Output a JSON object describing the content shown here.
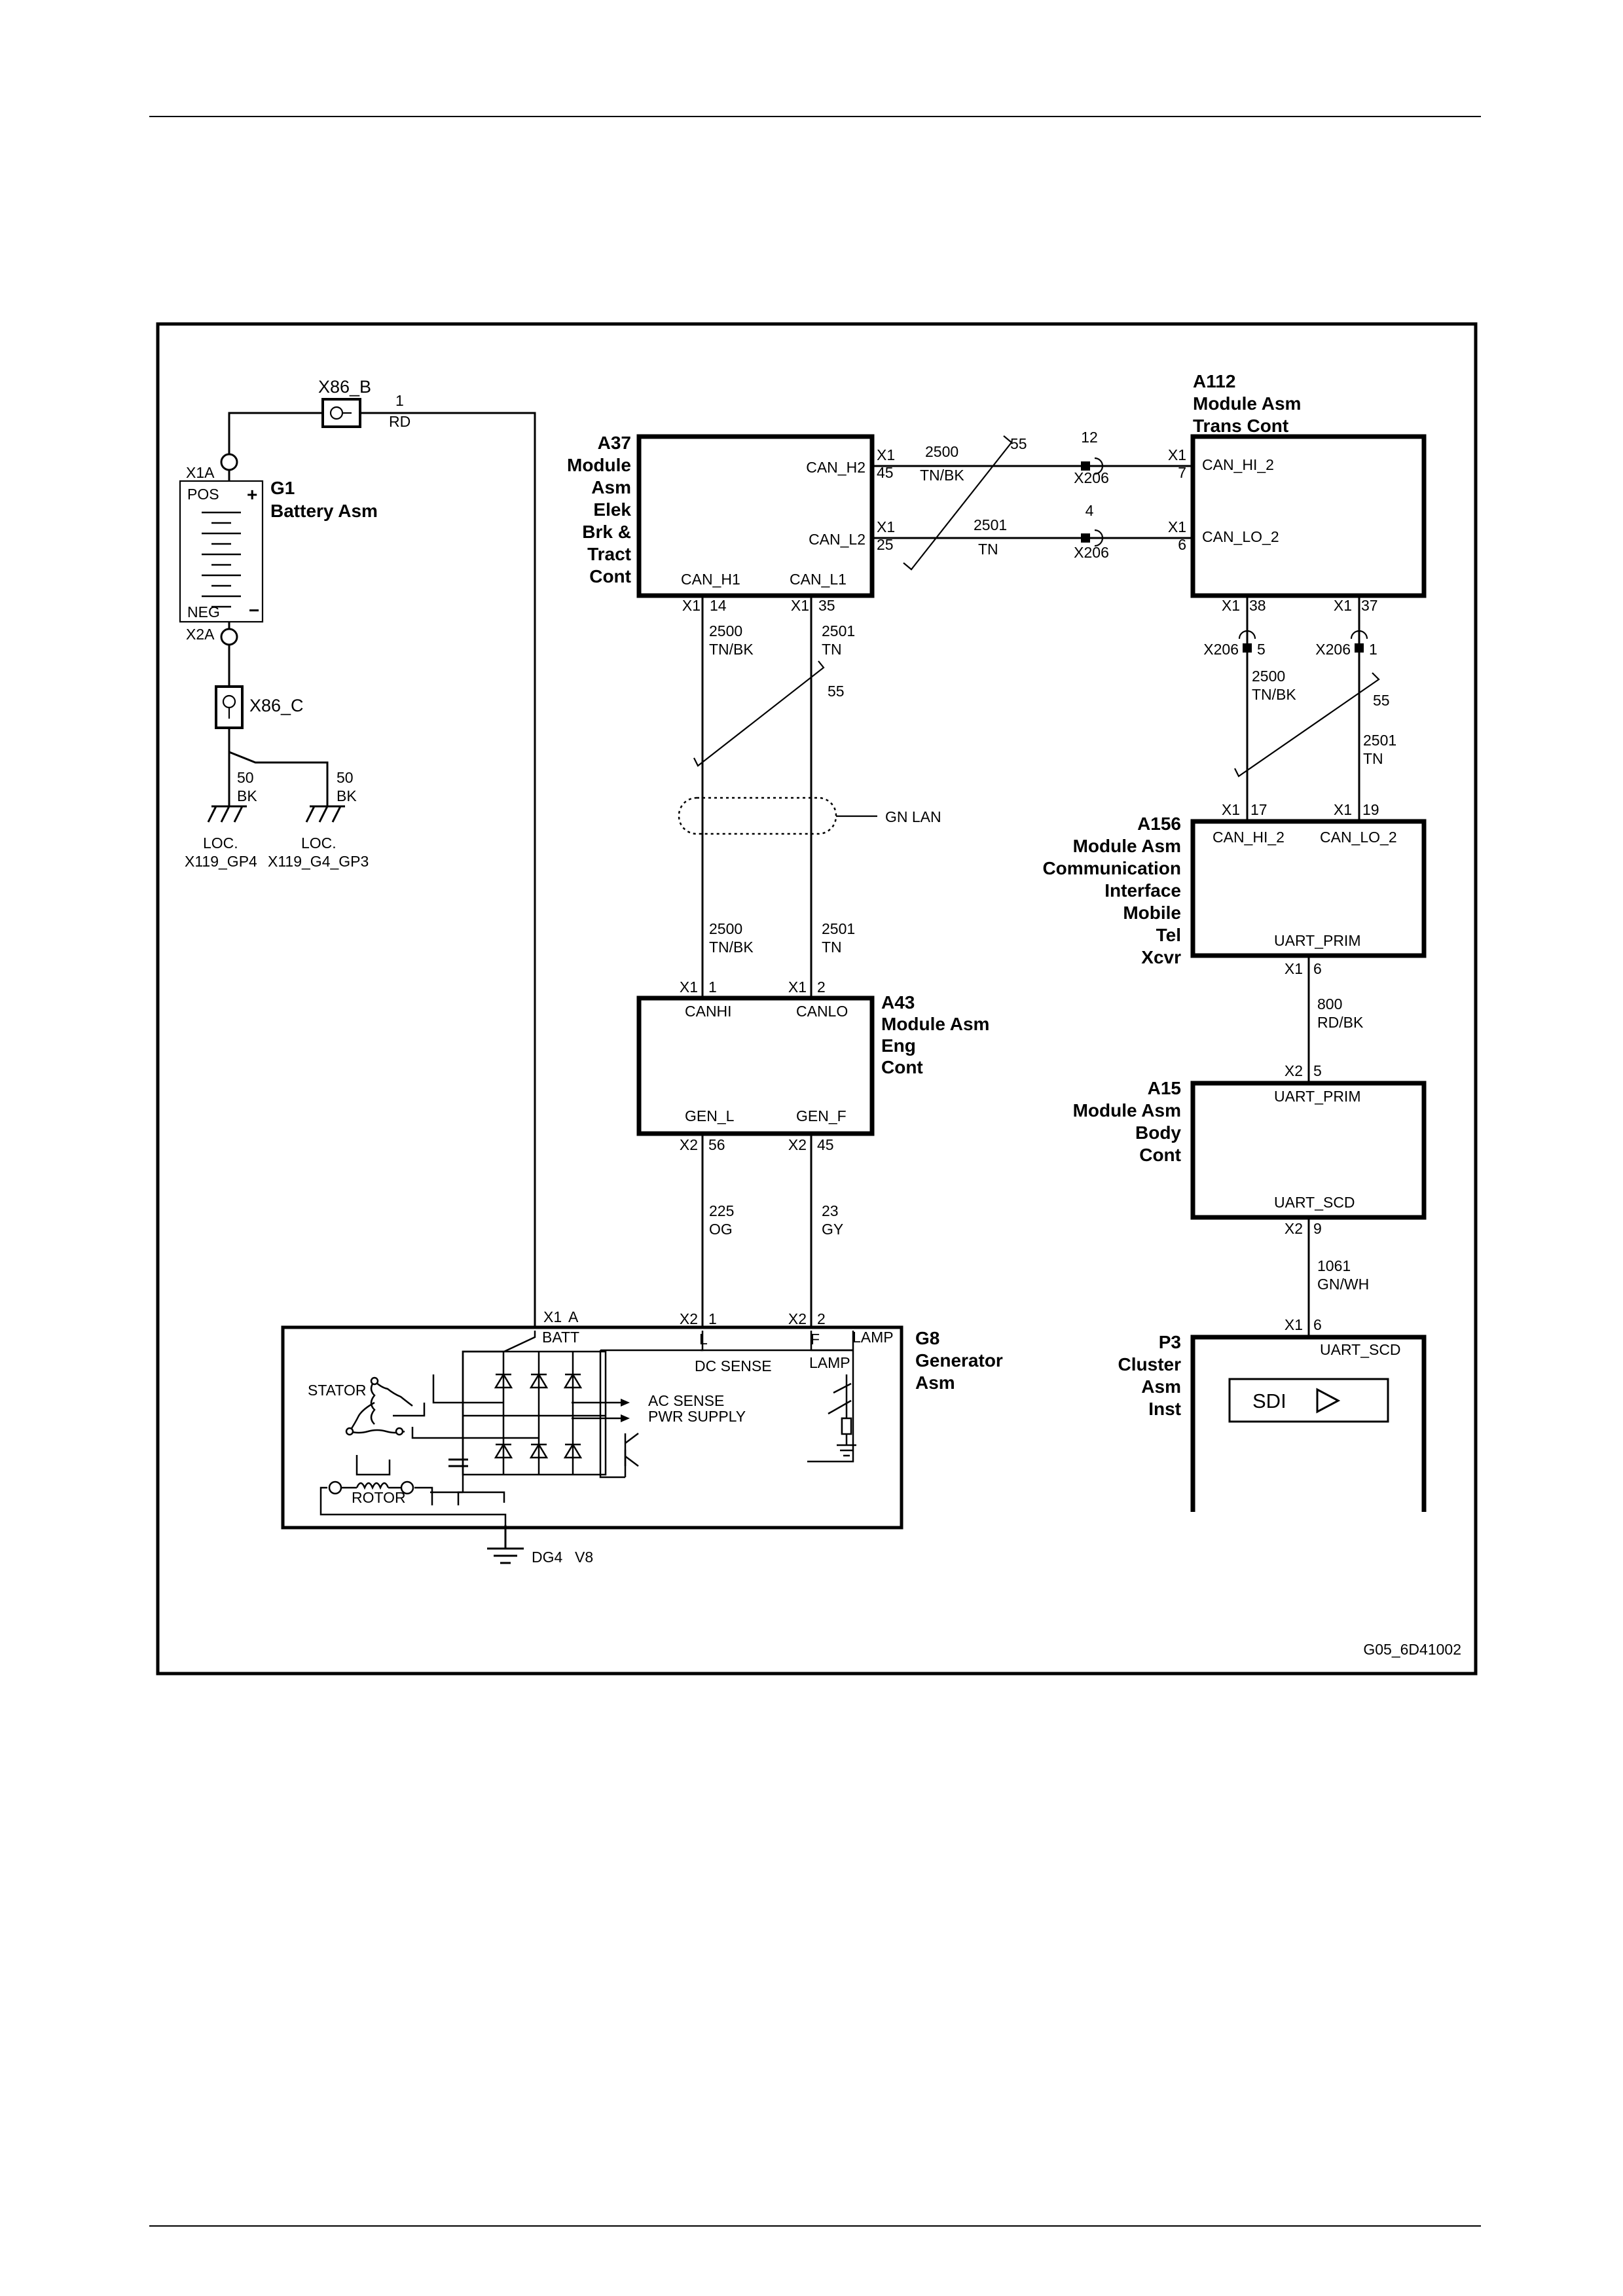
{
  "diagram_id": "G05_6D41002",
  "battery": {
    "ref": "G1",
    "name": "Battery Asm",
    "pos_label": "POS",
    "neg_label": "NEG",
    "plus": "+",
    "minus": "−",
    "term_pos": "X1A",
    "term_neg": "X2A",
    "fuse_ref": "X86_B",
    "fuse_wire_num": "1",
    "fuse_wire_color": "RD",
    "ring_ref": "X86_C",
    "ground_wire_a_num": "50",
    "ground_wire_a_color": "BK",
    "ground_wire_b_num": "50",
    "ground_wire_b_color": "BK",
    "ground_a_loc": "LOC.",
    "ground_a_ref": "X119_GP4",
    "ground_b_loc": "LOC.",
    "ground_b_ref": "X119_G4_GP3"
  },
  "a37": {
    "ref": "A37",
    "name_lines": [
      "Module",
      "Asm",
      "Elek",
      "Brk &",
      "Tract",
      "Cont"
    ],
    "pin_can_h2": "CAN_H2",
    "pin_can_l2": "CAN_L2",
    "pin_can_h1": "CAN_H1",
    "pin_can_l1": "CAN_L1",
    "conn": "X1",
    "pin_num_h2": "45",
    "pin_num_l2": "25",
    "pin_num_h1": "14",
    "pin_num_l1": "35"
  },
  "a112": {
    "ref": "A112",
    "name_lines": [
      "Module Asm",
      "Trans Cont"
    ],
    "pin_hi": "CAN_HI_2",
    "pin_lo": "CAN_LO_2",
    "conn": "X1",
    "pin_num_hi": "7",
    "pin_num_lo": "6",
    "pin_num_b38": "38",
    "pin_num_b37": "37"
  },
  "a156": {
    "ref": "A156",
    "name_lines": [
      "Module Asm",
      "Communication",
      "Interface",
      "Mobile",
      "Tel",
      "Xcvr"
    ],
    "pin_hi": "CAN_HI_2",
    "pin_lo": "CAN_LO_2",
    "pin_uart": "UART_PRIM",
    "conn": "X1",
    "pin_num_17": "17",
    "pin_num_19": "19",
    "pin_num_6": "6"
  },
  "a43": {
    "ref": "A43",
    "name_lines": [
      "Module Asm",
      "Eng",
      "Cont"
    ],
    "pin_canhi": "CANHI",
    "pin_canlo": "CANLO",
    "pin_genl": "GEN_L",
    "pin_genf": "GEN_F",
    "conn_top": "X1",
    "conn_bot": "X2",
    "pin_num_1": "1",
    "pin_num_2": "2",
    "pin_num_56": "56",
    "pin_num_45": "45"
  },
  "a15": {
    "ref": "A15",
    "name_lines": [
      "Module Asm",
      "Body",
      "Cont"
    ],
    "pin_uart_prim": "UART_PRIM",
    "pin_uart_scd": "UART_SCD",
    "conn": "X2",
    "pin_num_5": "5",
    "pin_num_9": "9"
  },
  "p3": {
    "ref": "P3",
    "name_lines": [
      "Cluster",
      "Asm",
      "Inst"
    ],
    "pin_uart_scd": "UART_SCD",
    "conn": "X1",
    "pin_num_6": "6",
    "sdi_label": "SDI"
  },
  "g8": {
    "ref": "G8",
    "name_lines": [
      "Generator",
      "Asm"
    ],
    "conn_x1": "X1",
    "pin_a": "A",
    "conn_x2": "X2",
    "pin_1": "1",
    "pin_2": "2",
    "batt": "BATT",
    "pin_l": "L",
    "pin_f": "F",
    "lamp": "LAMP",
    "lamp_inner": "LAMP",
    "dc_sense": "DC SENSE",
    "stator": "STATOR",
    "rotor": "ROTOR",
    "ac_sense": "AC SENSE",
    "pwr_supply": "PWR SUPPLY",
    "ground_ref": "DG4",
    "ground_variant": "V8"
  },
  "wires": {
    "can_top_h_num": "2500",
    "can_top_h_color": "TN/BK",
    "can_top_l_num": "2501",
    "can_top_l_color": "TN",
    "twist_55": "55",
    "x206": "X206",
    "x206_pin_12": "12",
    "x206_pin_4": "4",
    "x206_pin_5": "5",
    "x206_pin_1": "1",
    "a37_down_h_num": "2500",
    "a37_down_h_color": "TN/BK",
    "a37_down_l_num": "2501",
    "a37_down_l_color": "TN",
    "gn_lan": "GN LAN",
    "a43_in_h_num": "2500",
    "a43_in_h_color": "TN/BK",
    "a43_in_l_num": "2501",
    "a43_in_l_color": "TN",
    "a112_down_h_num": "2500",
    "a112_down_h_color": "TN/BK",
    "a112_down_l_num": "2501",
    "a112_down_l_color": "TN",
    "gen_l_num": "225",
    "gen_l_color": "OG",
    "gen_f_num": "23",
    "gen_f_color": "GY",
    "uart_prim_num": "800",
    "uart_prim_color": "RD/BK",
    "uart_scd_num": "1061",
    "uart_scd_color": "GN/WH"
  }
}
